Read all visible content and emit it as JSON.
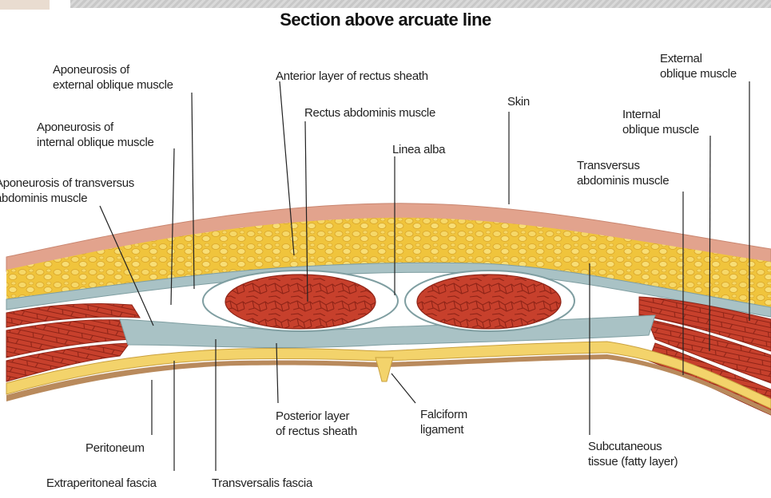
{
  "title": "Section above arcuate line",
  "labels": {
    "aponeurosis_external": "Aponeurosis of\nexternal oblique muscle",
    "aponeurosis_internal": "Aponeurosis of\ninternal oblique muscle",
    "aponeurosis_transversus": "Aponeurosis of transversus\nabdominis muscle",
    "anterior_layer": "Anterior layer of rectus sheath",
    "rectus_abdominis": "Rectus abdominis muscle",
    "linea_alba": "Linea alba",
    "skin": "Skin",
    "external_oblique": "External\noblique muscle",
    "internal_oblique": "Internal\noblique muscle",
    "transversus_abdominis": "Transversus\nabdominis muscle",
    "posterior_layer": "Posterior layer\nof rectus sheath",
    "falciform_ligament": "Falciform\nligament",
    "peritoneum": "Peritoneum",
    "extraperitoneal_fascia": "Extraperitoneal fascia",
    "transversalis_fascia": "Transversalis fascia",
    "subcutaneous_tissue": "Subcutaneous\ntissue (fatty layer)"
  },
  "colors": {
    "skin": "#e2a38d",
    "fat": "#f0c43c",
    "fascia": "#a9c2c5",
    "muscle": "#c7402c",
    "muscle_dark": "#8f2417",
    "peritoneum": "#b98a5c",
    "extraperitoneal": "#f3d36b"
  }
}
